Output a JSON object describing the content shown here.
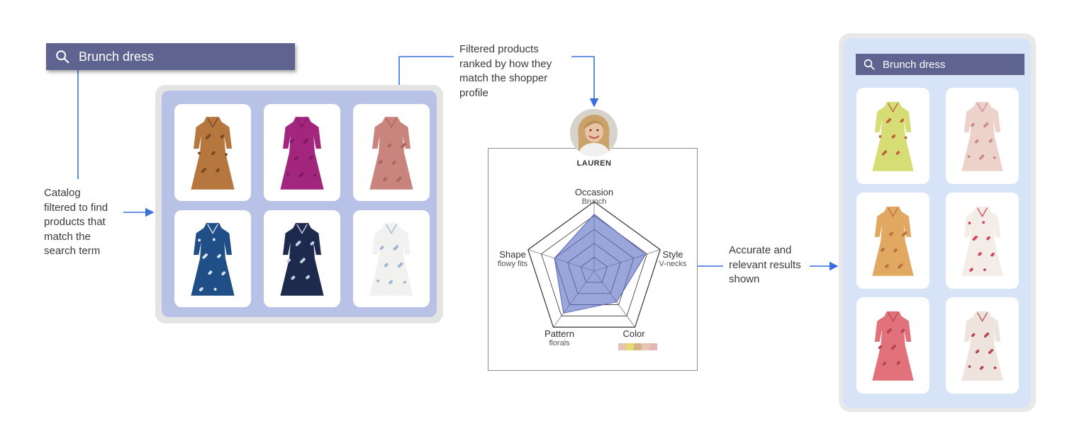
{
  "search_left": {
    "query": "Brunch dress",
    "icon": "search-icon"
  },
  "search_right": {
    "query": "Brunch dress",
    "icon": "search-icon"
  },
  "notes": {
    "catalog_filter": [
      "Catalog",
      "filtered to find",
      "products that",
      "match the",
      "search term"
    ],
    "ranked": [
      "Filtered products",
      "ranked by how they",
      "match the shopper",
      "profile"
    ],
    "results": [
      "Accurate and",
      "relevant results",
      "shown"
    ]
  },
  "profile": {
    "name": "LAUREN",
    "axes": [
      {
        "title": "Occasion",
        "value": "Brunch"
      },
      {
        "title": "Style",
        "value": "V-necks"
      },
      {
        "title": "Color",
        "value": ""
      },
      {
        "title": "Pattern",
        "value": "florals"
      },
      {
        "title": "Shape",
        "value": "flowy fits"
      }
    ],
    "scores": [
      0.82,
      0.78,
      0.55,
      0.75,
      0.6
    ],
    "color_swatches": [
      "#e3c2ba",
      "#e6dc6e",
      "#d8b089",
      "#e7c4b3",
      "#e6b6b4"
    ]
  },
  "catalog_items": [
    {
      "name": "brown-floral-smocked-dress",
      "color": "#b5773d",
      "accent": "#7a4a22"
    },
    {
      "name": "magenta-wrap-dress",
      "color": "#a3267e",
      "accent": "#7e1a60"
    },
    {
      "name": "pink-skater-dress",
      "color": "#c9847e",
      "accent": "#a86660"
    },
    {
      "name": "blue-floral-shirt-dress",
      "color": "#1f4f86",
      "accent": "#d9e4f2"
    },
    {
      "name": "navy-dot-midi-dress",
      "color": "#1d2a4d",
      "accent": "#c9d2e6"
    },
    {
      "name": "white-floral-maxi-dress",
      "color": "#f1f2ef",
      "accent": "#9fb6d6"
    }
  ],
  "result_items": [
    {
      "name": "yellow-green-tiered-vneck-dress",
      "color": "#d5dd74",
      "accent": "#c1603f"
    },
    {
      "name": "blush-floral-vneck-dress",
      "color": "#ecd2cb",
      "accent": "#c9898b"
    },
    {
      "name": "orange-floral-halter-dress",
      "color": "#e1a862",
      "accent": "#b96f3a"
    },
    {
      "name": "white-abstract-print-dress",
      "color": "#f4ece6",
      "accent": "#d0445c"
    },
    {
      "name": "coral-tiered-dress",
      "color": "#e1727b",
      "accent": "#b2474f"
    },
    {
      "name": "cream-floral-tshirt-dress",
      "color": "#efe4dd",
      "accent": "#b24a4c"
    }
  ]
}
